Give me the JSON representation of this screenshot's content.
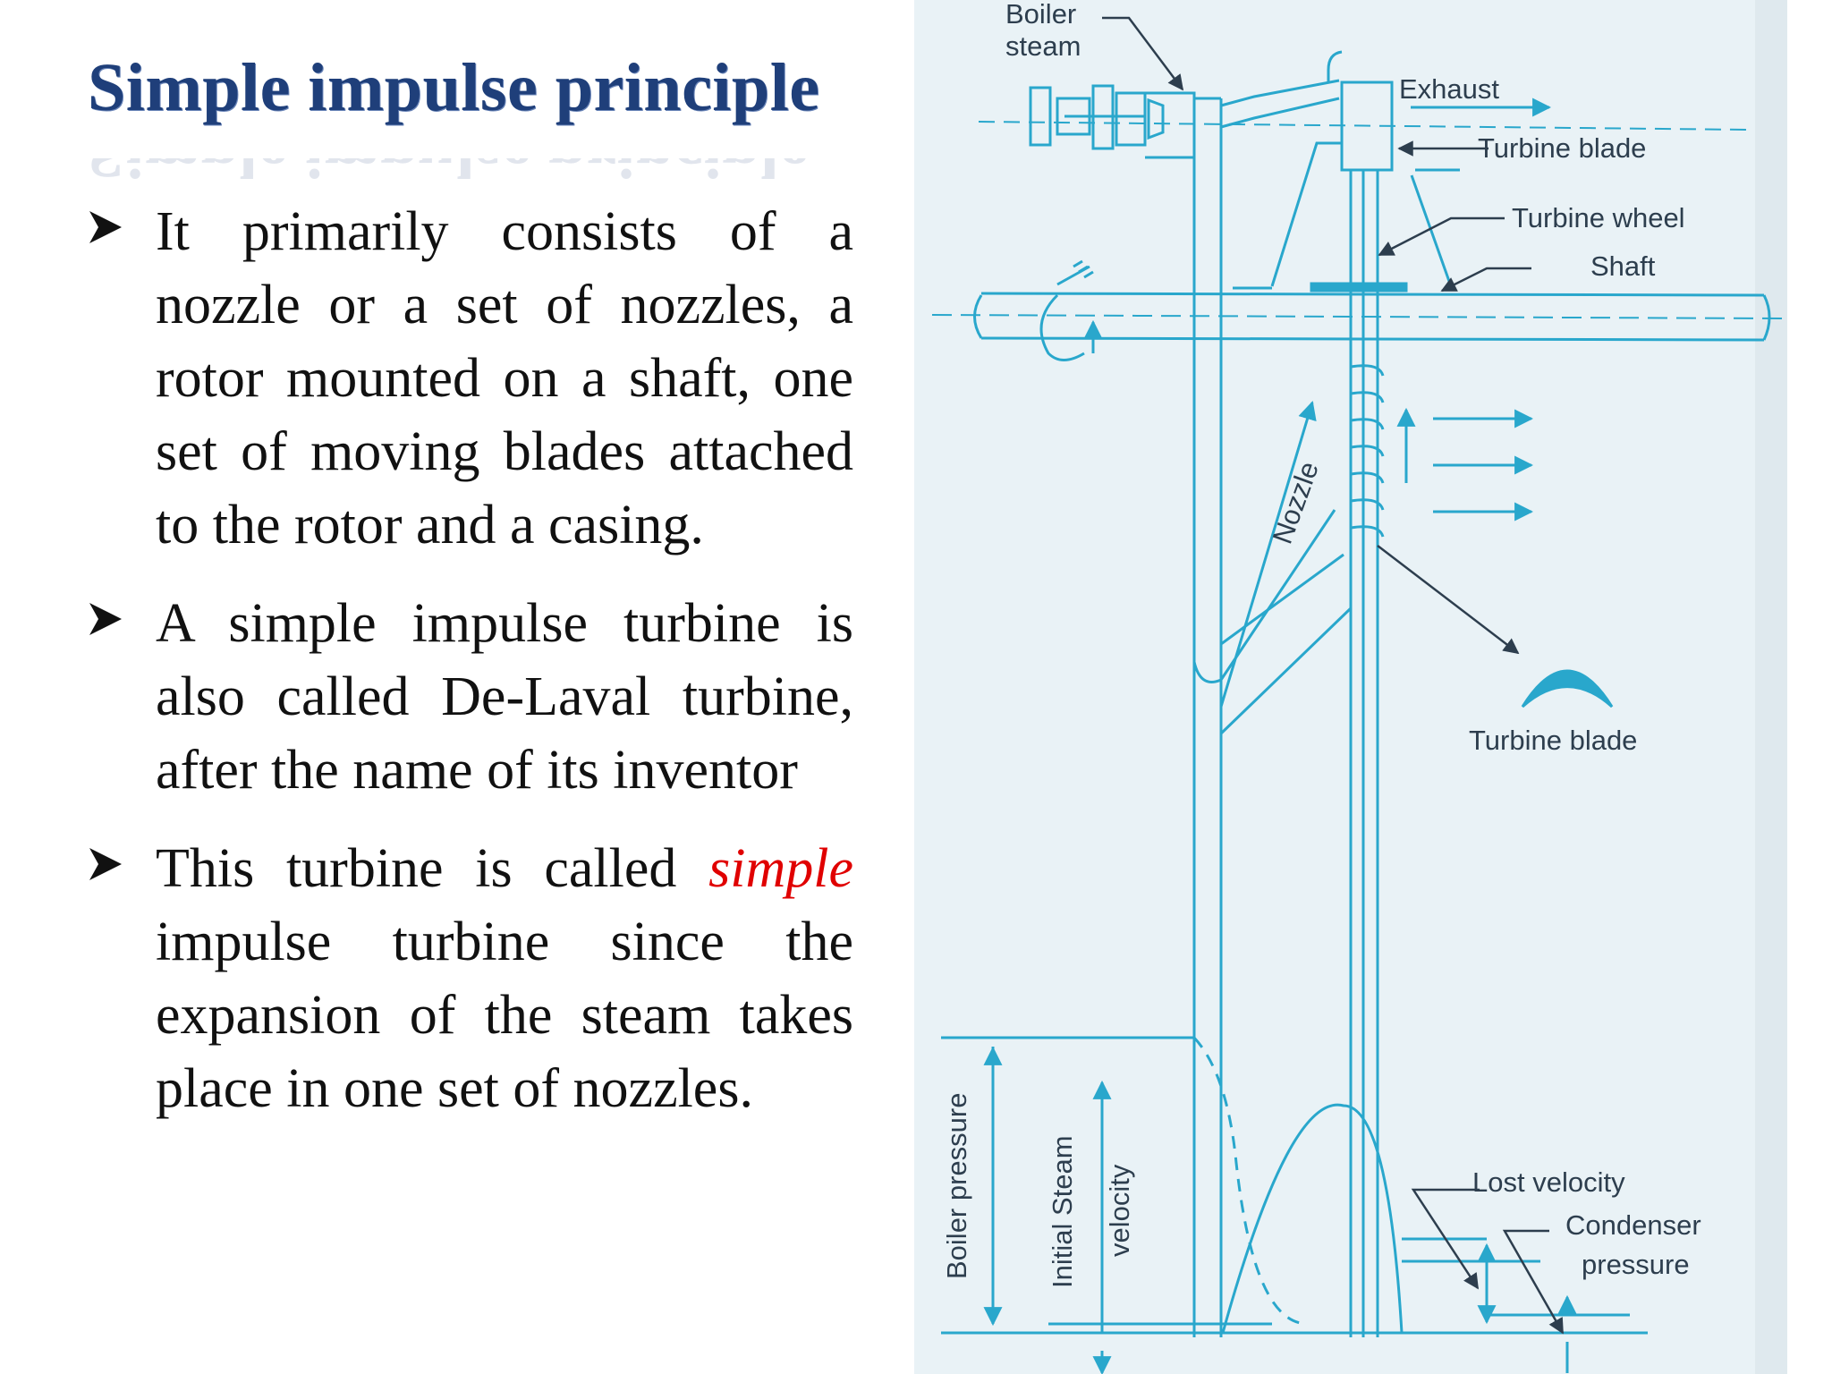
{
  "slide": {
    "title": "Simple impulse principle",
    "bullets": [
      {
        "text": "It primarily consists of a nozzle or a set of nozzles, a rotor mounted on a shaft, one set of moving blades attached to the rotor and a casing."
      },
      {
        "text": "A simple impulse turbine is also called De-Laval turbine, after the name of its inventor"
      },
      {
        "pre": "This turbine is called ",
        "highlight": "simple",
        "post": " impulse turbine since the expansion of the steam takes place in one set of nozzles."
      }
    ],
    "colors": {
      "title": "#1f3f7a",
      "highlight": "#e00000",
      "text": "#111111",
      "diagram_line": "#29a7cc"
    }
  },
  "diagram": {
    "labels": {
      "boiler_steam_1": "Boiler",
      "boiler_steam_2": "steam",
      "exhaust": "Exhaust",
      "turbine_blade_top": "Turbine blade",
      "turbine_wheel": "Turbine wheel",
      "shaft": "Shaft",
      "nozzle": "Nozzle",
      "turbine_blade_side": "Turbine blade",
      "boiler_pressure": "Boiler pressure",
      "initial_steam_1": "Initial Steam",
      "initial_steam_2": "velocity",
      "lost_velocity": "Lost velocity",
      "condenser_1": "Condenser",
      "condenser_2": "pressure"
    }
  }
}
